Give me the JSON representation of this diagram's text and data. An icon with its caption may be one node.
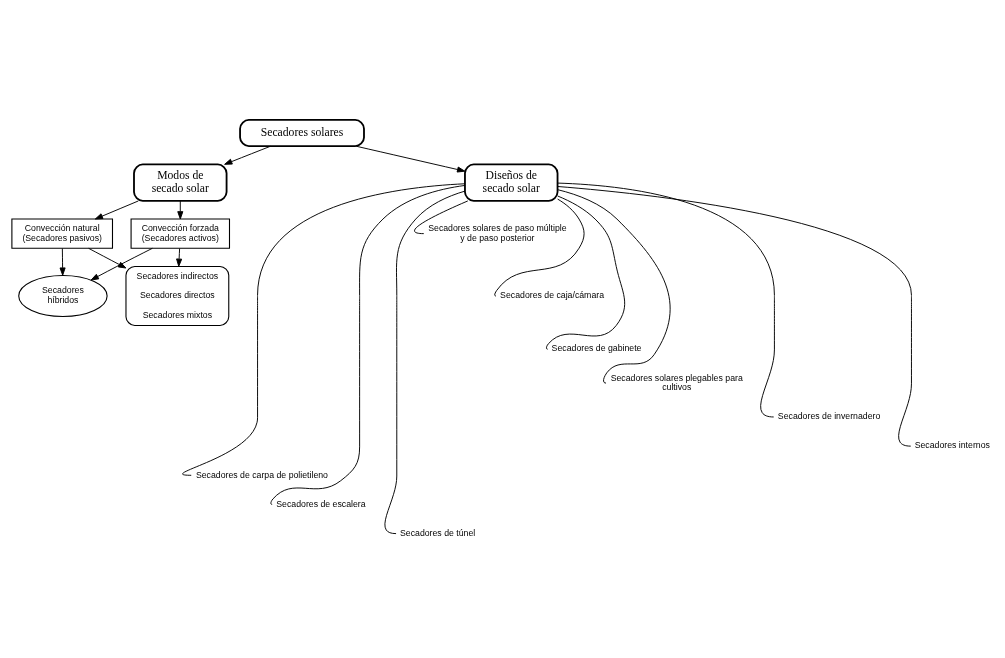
{
  "diagram": {
    "nodes": [
      {
        "text": [
          "Secadores solares"
        ]
      },
      {
        "text": [
          "Modos de secado solar"
        ]
      },
      {
        "text": [
          "Diseños de secado solar"
        ]
      },
      {
        "text": [
          "Convección natural (Secadores pasivos)"
        ]
      },
      {
        "text": [
          "Secadores híbridos"
        ]
      },
      {
        "text": [
          "Convección forzada (Secadores activos)"
        ]
      },
      {
        "text": [
          "Secadores indirectos",
          "Secadores directos",
          "Secadores mixtos"
        ]
      },
      {
        "text": [
          "Secadores solares de paso múltiple y de paso posterior"
        ]
      },
      {
        "text": [
          "Secadores de caja/cámara"
        ]
      },
      {
        "text": [
          "Secadores de gabinete"
        ]
      },
      {
        "text": [
          "Secadores solares plegables para cultivos"
        ]
      },
      {
        "text": [
          "Secadores de invernadero"
        ]
      },
      {
        "text": [
          "Secadores internos"
        ]
      },
      {
        "text": [
          "Secadores de carpa de polietileno"
        ]
      },
      {
        "text": [
          "Secadores de escalera"
        ]
      },
      {
        "text": [
          "Secadores de túnel"
        ]
      }
    ],
    "edges": [
      {
        "from": 0,
        "to": 1,
        "arrow": "to"
      },
      {
        "from": 0,
        "to": 2,
        "arrow": "to"
      },
      {
        "from": 1,
        "to": 3,
        "arrow": "to"
      },
      {
        "from": 1,
        "to": 5,
        "arrow": "to"
      },
      {
        "from": 3,
        "to": 4,
        "arrow": "to"
      },
      {
        "from": 5,
        "to": 4,
        "arrow": "to"
      },
      {
        "from": 3,
        "to": 6,
        "arrow": "to"
      },
      {
        "from": 5,
        "to": 6,
        "arrow": "to"
      },
      {
        "from": 2,
        "to": 7,
        "arrow": "none"
      },
      {
        "from": 2,
        "to": 8,
        "arrow": "none"
      },
      {
        "from": 2,
        "to": 9,
        "arrow": "none"
      },
      {
        "from": 2,
        "to": 10,
        "arrow": "none"
      },
      {
        "from": 2,
        "to": 11,
        "arrow": "none"
      },
      {
        "from": 2,
        "to": 12,
        "arrow": "none"
      },
      {
        "from": 2,
        "to": 13,
        "arrow": "none"
      },
      {
        "from": 2,
        "to": 14,
        "arrow": "none"
      },
      {
        "from": 2,
        "to": 15,
        "arrow": "none"
      }
    ]
  }
}
